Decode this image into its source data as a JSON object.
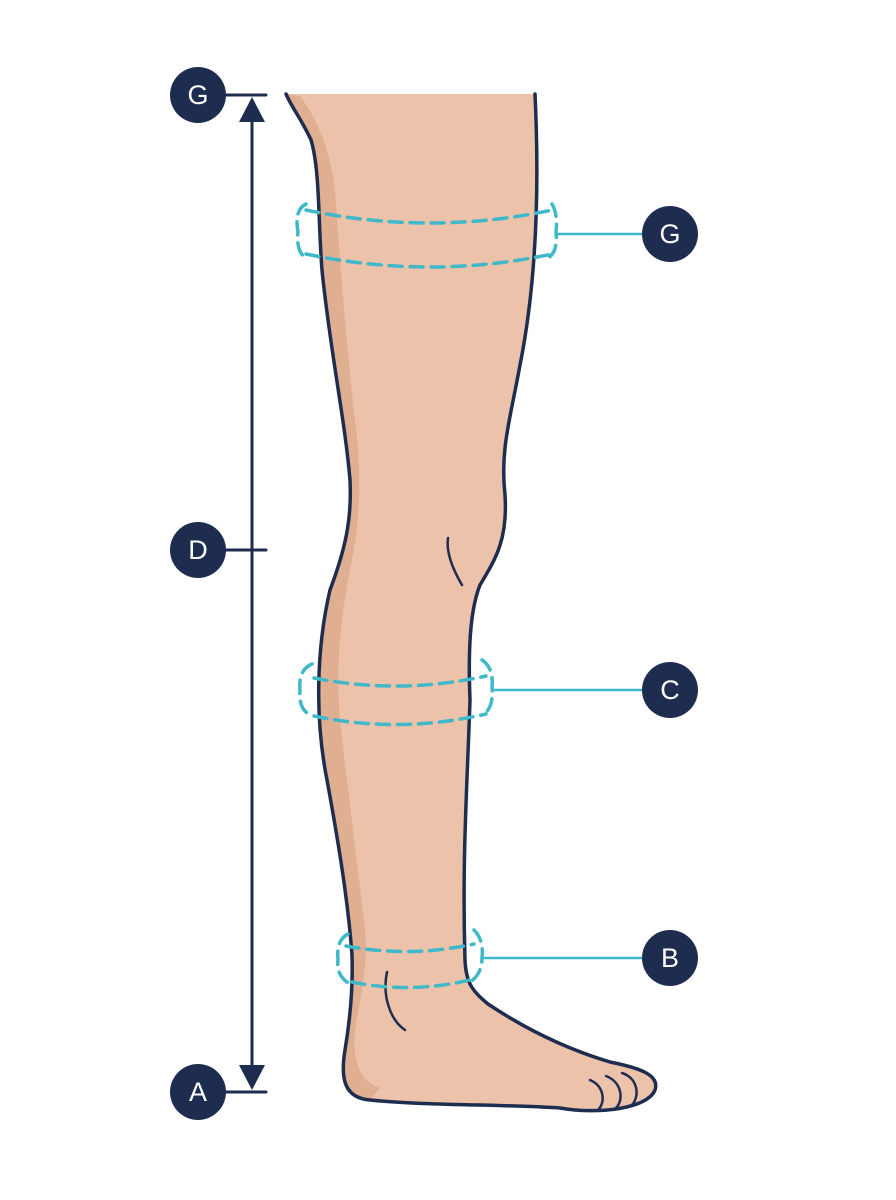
{
  "diagram": {
    "labels": {
      "length_top": "G",
      "length_mid": "D",
      "length_bottom": "A",
      "thigh": "G",
      "calf": "C",
      "ankle": "B"
    }
  },
  "colors": {
    "navy": "#1e2d4f",
    "skin": "#ecc3aa",
    "skin_shadow": "#ddaa8c",
    "tape": "#3fb8c9",
    "background": "#ffffff"
  }
}
